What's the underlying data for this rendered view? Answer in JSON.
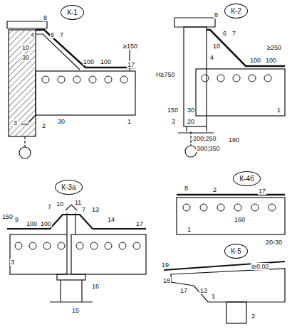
{
  "diagram": {
    "nodes": [
      {
        "text": [
          "К-1"
        ]
      },
      {
        "text": [
          "К-2"
        ]
      },
      {
        "text": [
          "К-3а"
        ]
      },
      {
        "text": [
          "К-4б"
        ]
      },
      {
        "text": [
          "К-5"
        ]
      }
    ],
    "edges": [],
    "labels": [
      "8",
      "4",
      "6",
      "7",
      "10",
      "30",
      "100",
      "100",
      "≥150",
      "3",
      "2",
      "30",
      "17",
      "1",
      "8",
      "6",
      "7",
      "10",
      "4",
      "100",
      "100",
      "≥250",
      "Н≥750",
      "30",
      "150",
      "3",
      "20",
      "200;250",
      "180",
      "300;350",
      "1",
      "150",
      "9",
      "100",
      "100",
      "7",
      "10",
      "11",
      "7",
      "13",
      "14",
      "17",
      "3",
      "16",
      "15",
      "8",
      "2",
      "17",
      "160",
      "20-30",
      "1",
      "19",
      "18",
      "17",
      "13",
      "i≥0,02",
      "1",
      "2"
    ]
  }
}
